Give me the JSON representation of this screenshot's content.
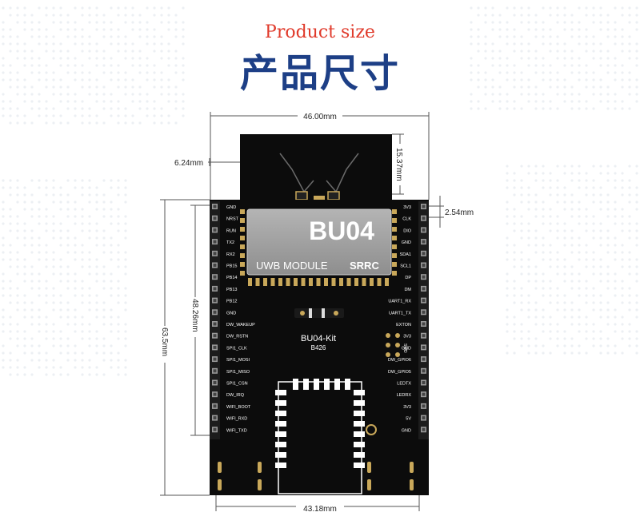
{
  "header": {
    "title_en": "Product size",
    "title_zh": "产品尺寸"
  },
  "dimensions": {
    "board_width": "46.00mm",
    "antenna_offset": "6.24mm",
    "antenna_height": "15.37mm",
    "pin_pitch": "2.54mm",
    "pin_span": "48.26mm",
    "board_height": "63.5mm",
    "hole_spacing": "43.18mm"
  },
  "module": {
    "name": "BU04",
    "subtitle": "UWB MODULE",
    "brand": "SRRC"
  },
  "board": {
    "name": "BU04-Kit",
    "revision": "B426"
  },
  "pins_left": [
    "GND",
    "NRST",
    "RUN",
    "TX2",
    "RX2",
    "PB15",
    "PB14",
    "PB13",
    "PB12",
    "GND",
    "DW_WAKEUP",
    "DW_RSTN",
    "SPI1_CLK",
    "SPI1_MOSI",
    "SPI1_MISO",
    "SPI1_CSN",
    "DW_IRQ",
    "WIFI_BOOT",
    "WIFI_RXD",
    "WIFI_TXD"
  ],
  "pins_right": [
    "3V3",
    "CLK",
    "DIO",
    "GND",
    "SDA1",
    "SCL1",
    "DP",
    "DM",
    "UART1_RX",
    "UART1_TX",
    "EXTON",
    "3V3",
    "GND",
    "DW_GPIO6",
    "DW_GPIO5",
    "LEDTX",
    "LEDRX",
    "3V3",
    "5V",
    "GND"
  ],
  "jumper_label": "SWD",
  "colors": {
    "title_en": "#e03a2b",
    "title_zh": "#1d3f86",
    "pcb": "#0c0c0c",
    "module_shield": "#9a9a9a",
    "gold": "#c9a85a"
  }
}
